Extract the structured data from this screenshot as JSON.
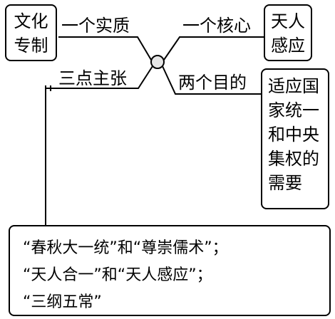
{
  "center_node": {
    "left_top_box": {
      "lines": [
        "文化",
        "专制"
      ]
    },
    "right_top_box": {
      "lines": [
        "天人",
        "感应"
      ]
    },
    "right_bottom_box": {
      "lines": [
        "适应国",
        "家统一",
        "和中央",
        "集权的",
        "需要"
      ]
    },
    "branch_labels": {
      "top_left": "一个实质",
      "top_right": "一个核心",
      "bottom_left": "三点主张",
      "bottom_right": "两个目的"
    }
  },
  "bottom_box": {
    "lines": [
      "“春秋大一统”和“尊崇儒术”；",
      "“天人合一”和“天人感应”；",
      "“三纲五常”"
    ]
  }
}
